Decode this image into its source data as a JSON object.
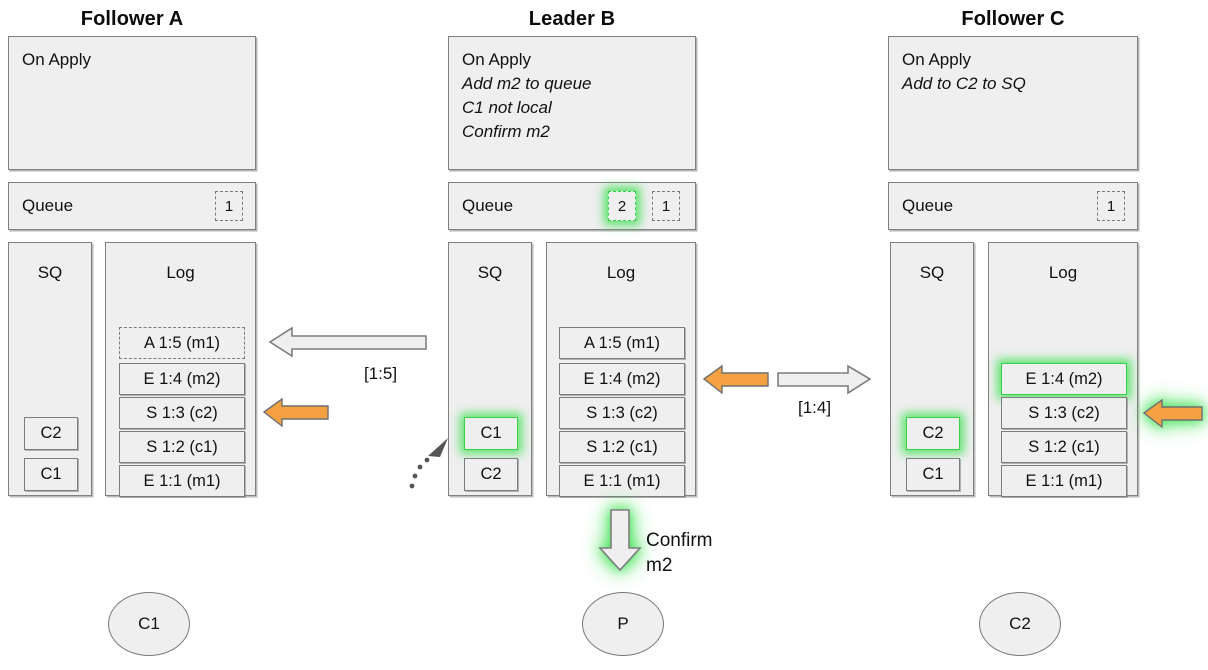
{
  "colors": {
    "panel_fill": "#efefef",
    "panel_stroke": "#808080",
    "entry_stroke": "#7d7d7d",
    "orange_arrow": "#f5a142",
    "glow_green": "#3ccf4c",
    "hollow_arrow_fill": "#efefef",
    "text": "#111111"
  },
  "columns": [
    {
      "id": "follower-a",
      "title": "Follower A",
      "on_apply": {
        "header": "On Apply",
        "lines": []
      },
      "queue": {
        "label": "Queue",
        "badges": [
          {
            "value": "1",
            "dashed": true,
            "glow": false
          }
        ]
      },
      "sq": {
        "header": "SQ",
        "items": [
          {
            "label": "C2",
            "glow": false
          },
          {
            "label": "C1",
            "glow": false
          }
        ]
      },
      "log": {
        "header": "Log",
        "entries": [
          {
            "label": "A 1:5 (m1)",
            "dashed": true,
            "glow": false
          },
          {
            "label": "E 1:4 (m2)",
            "dashed": false,
            "glow": false
          },
          {
            "label": "S 1:3 (c2)",
            "dashed": false,
            "glow": false
          },
          {
            "label": "S 1:2 (c1)",
            "dashed": false,
            "glow": false
          },
          {
            "label": "E 1:1 (m1)",
            "dashed": false,
            "glow": false
          }
        ]
      },
      "client": "C1"
    },
    {
      "id": "leader-b",
      "title": "Leader B",
      "on_apply": {
        "header": "On Apply",
        "lines": [
          "Add m2 to queue",
          "C1 not local",
          "Confirm m2"
        ]
      },
      "queue": {
        "label": "Queue",
        "badges": [
          {
            "value": "2",
            "dashed": true,
            "glow": true
          },
          {
            "value": "1",
            "dashed": true,
            "glow": false
          }
        ]
      },
      "sq": {
        "header": "SQ",
        "items": [
          {
            "label": "C1",
            "glow": true
          },
          {
            "label": "C2",
            "glow": false
          }
        ]
      },
      "log": {
        "header": "Log",
        "entries": [
          {
            "label": "A 1:5 (m1)",
            "dashed": false,
            "glow": false
          },
          {
            "label": "E 1:4 (m2)",
            "dashed": false,
            "glow": false
          },
          {
            "label": "S 1:3 (c2)",
            "dashed": false,
            "glow": false
          },
          {
            "label": "S 1:2 (c1)",
            "dashed": false,
            "glow": false
          },
          {
            "label": "E 1:1 (m1)",
            "dashed": false,
            "glow": false
          }
        ]
      },
      "client": "P"
    },
    {
      "id": "follower-c",
      "title": "Follower C",
      "on_apply": {
        "header": "On Apply",
        "lines": [
          "Add to C2 to SQ"
        ]
      },
      "queue": {
        "label": "Queue",
        "badges": [
          {
            "value": "1",
            "dashed": true,
            "glow": false
          }
        ]
      },
      "sq": {
        "header": "SQ",
        "items": [
          {
            "label": "C2",
            "glow": true
          },
          {
            "label": "C1",
            "glow": false
          }
        ]
      },
      "log": {
        "header": "Log",
        "entries": [
          {
            "label": "E 1:4 (m2)",
            "dashed": false,
            "glow": true
          },
          {
            "label": "S 1:3 (c2)",
            "dashed": false,
            "glow": false
          },
          {
            "label": "S 1:2 (c1)",
            "dashed": false,
            "glow": false
          },
          {
            "label": "E 1:1 (m1)",
            "dashed": false,
            "glow": false
          }
        ]
      },
      "client": "C2"
    }
  ],
  "arrows": {
    "ab_hollow_label": "[1:5]",
    "bc_hollow_label": "[1:4]",
    "confirm_line1": "Confirm",
    "confirm_line2": "m2"
  }
}
